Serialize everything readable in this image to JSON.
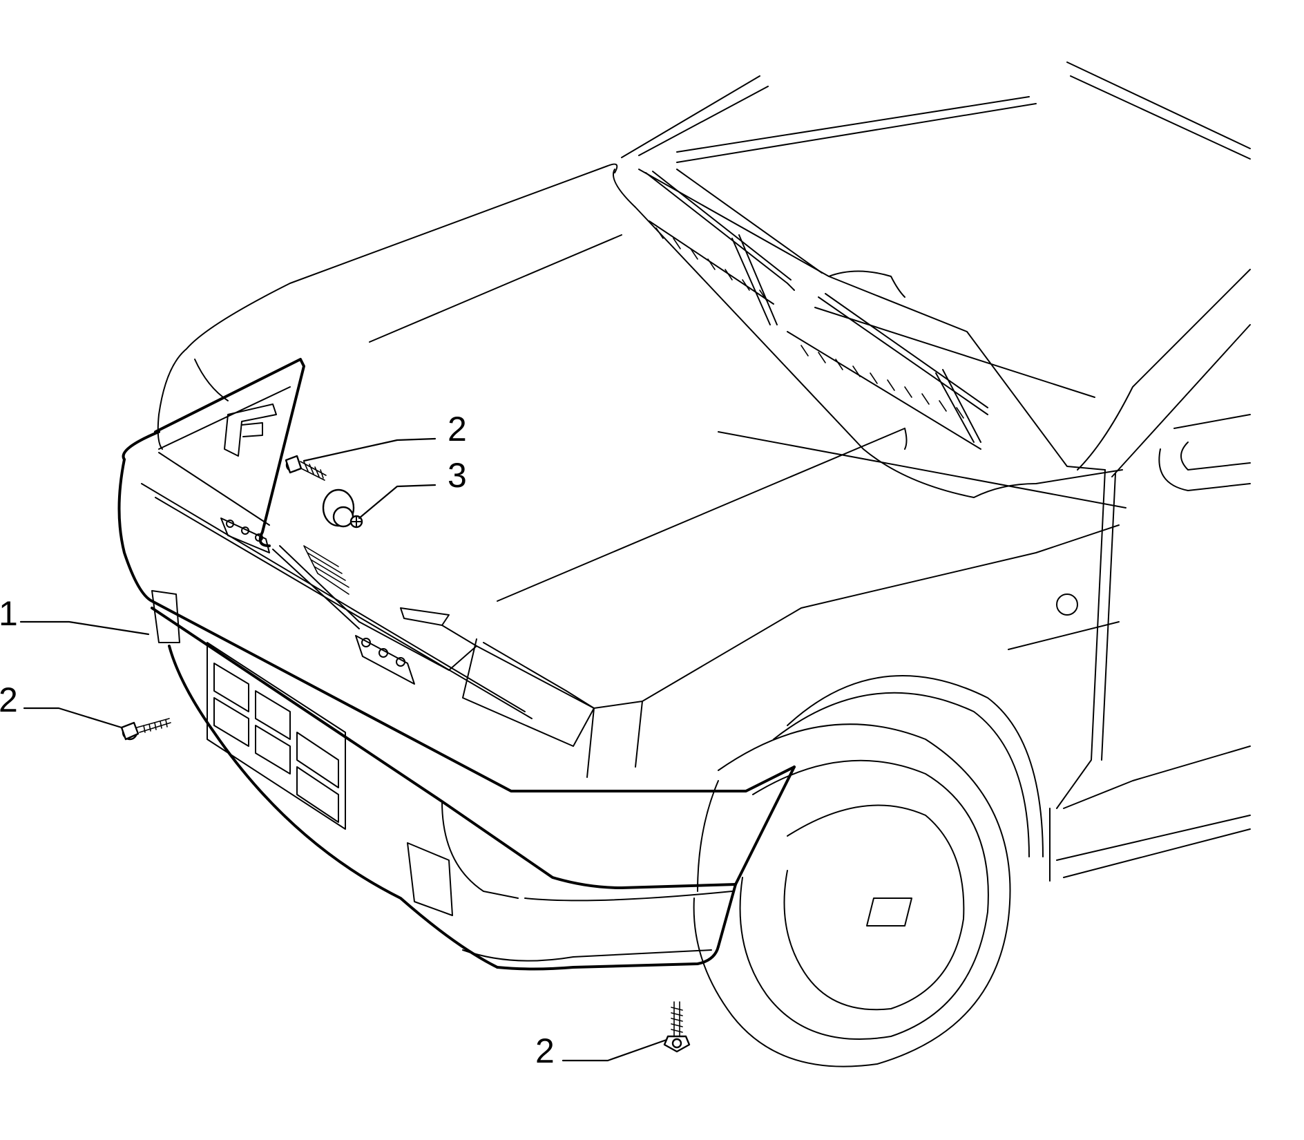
{
  "diagram": {
    "callouts": [
      {
        "id": "callout-1-bumper",
        "label": "1"
      },
      {
        "id": "callout-2-top-screw",
        "label": "2"
      },
      {
        "id": "callout-3-clip",
        "label": "3"
      },
      {
        "id": "callout-2-left-screw",
        "label": "2"
      },
      {
        "id": "callout-2-bottom-screw",
        "label": "2"
      }
    ],
    "colors": {
      "line": "#000000",
      "background": "#ffffff"
    }
  }
}
